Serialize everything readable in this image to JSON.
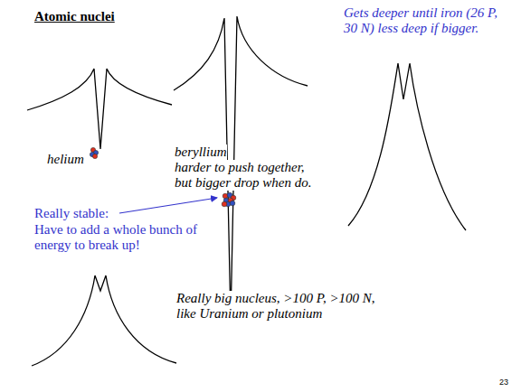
{
  "diagram": {
    "title": "Atomic nuclei",
    "labels": [
      "helium",
      "beryllium",
      "harder to push together, but bigger drop when do.",
      "Gets deeper until iron (26 P, 30 N) less deep if bigger.",
      "Really stable:",
      "Have to add a whole bunch of energy to break up!",
      "Really big nucleus, >100 P, >100 N, like Uranium or plutonium",
      "23"
    ]
  }
}
